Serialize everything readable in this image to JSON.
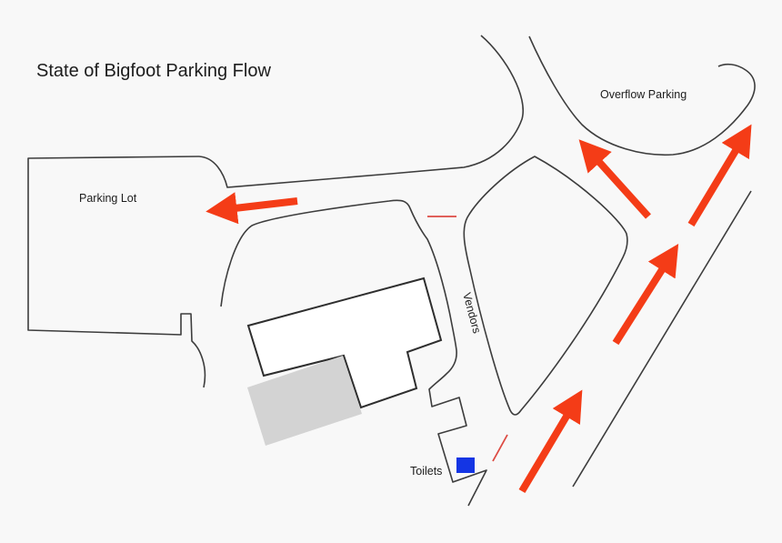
{
  "title": "State of Bigfoot Parking Flow",
  "labels": {
    "parking_lot": "Parking Lot",
    "overflow_parking": "Overflow Parking",
    "vendors": "Vendors",
    "toilets": "Toilets"
  },
  "colors": {
    "background": "#f8f8f8",
    "road_line": "#3d3d3d",
    "building_outline": "#2e2e2e",
    "building_fill": "#ffffff",
    "gray_building": "#d3d3d3",
    "arrow_red": "#f43c17",
    "dash_red": "#dd4b43",
    "toilet_blue": "#1435e4",
    "text": "#1c1c1c"
  },
  "flow_arrows": [
    {
      "name": "arrow-into-parking-lot",
      "direction": "west"
    },
    {
      "name": "arrow-to-overflow-parking",
      "direction": "northwest"
    },
    {
      "name": "arrow-exit-road-lower",
      "direction": "northeast"
    },
    {
      "name": "arrow-exit-road-middle",
      "direction": "northeast"
    },
    {
      "name": "arrow-exit-road-upper",
      "direction": "northeast"
    }
  ]
}
